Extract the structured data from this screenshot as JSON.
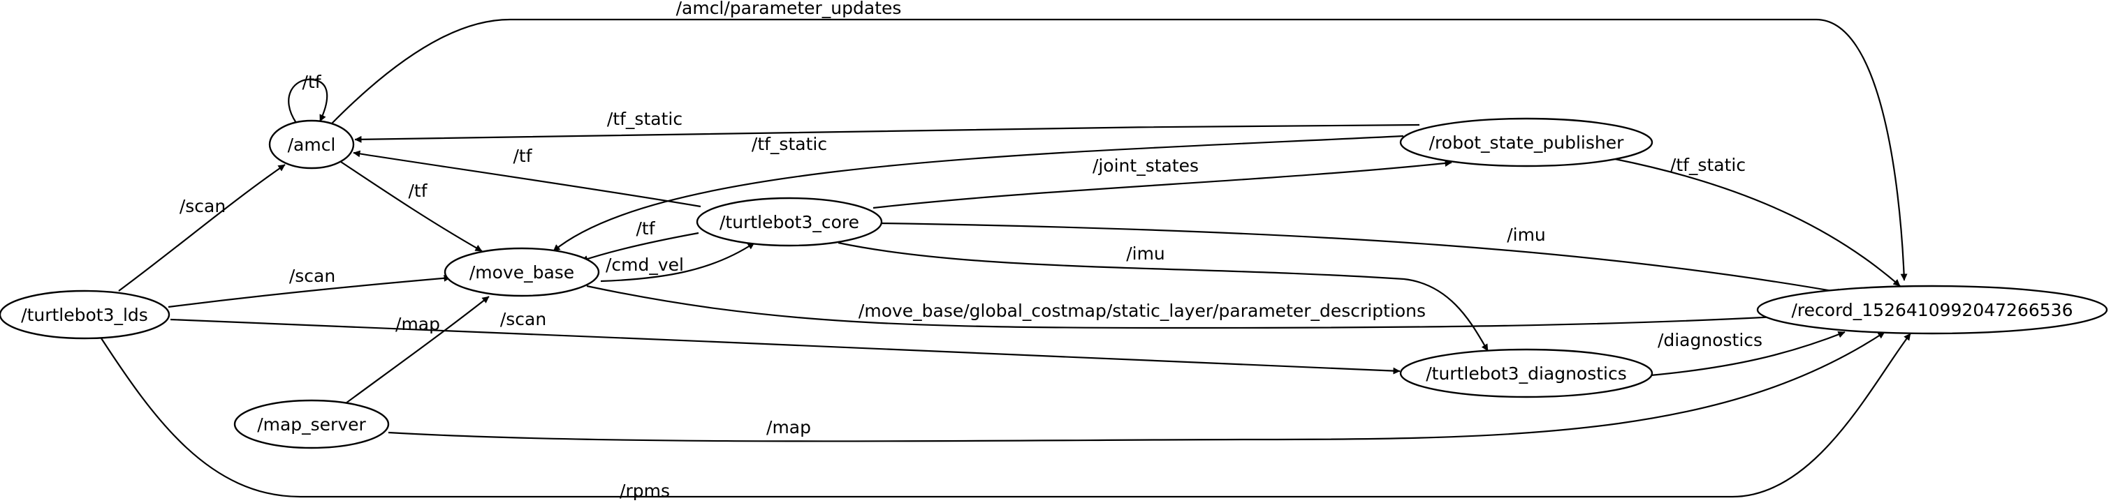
{
  "graph": {
    "nodes": [
      {
        "id": "amcl",
        "label": "/amcl"
      },
      {
        "id": "move_base",
        "label": "/move_base"
      },
      {
        "id": "turtlebot3_core",
        "label": "/turtlebot3_core"
      },
      {
        "id": "robot_state_publisher",
        "label": "/robot_state_publisher"
      },
      {
        "id": "turtlebot3_lds",
        "label": "/turtlebot3_lds"
      },
      {
        "id": "map_server",
        "label": "/map_server"
      },
      {
        "id": "turtlebot3_diagnostics",
        "label": "/turtlebot3_diagnostics"
      },
      {
        "id": "record",
        "label": "/record_1526410992047266536"
      }
    ],
    "edges": [
      {
        "from": "amcl",
        "to": "record",
        "label": "/amcl/parameter_updates"
      },
      {
        "from": "amcl",
        "to": "amcl",
        "label": "/tf"
      },
      {
        "from": "robot_state_publisher",
        "to": "amcl",
        "label": "/tf_static"
      },
      {
        "from": "robot_state_publisher",
        "to": "move_base",
        "label": "/tf_static"
      },
      {
        "from": "turtlebot3_core",
        "to": "amcl",
        "label": "/tf"
      },
      {
        "from": "amcl",
        "to": "move_base",
        "label": "/tf"
      },
      {
        "from": "turtlebot3_lds",
        "to": "amcl",
        "label": "/scan"
      },
      {
        "from": "turtlebot3_core",
        "to": "robot_state_publisher",
        "label": "/joint_states"
      },
      {
        "from": "robot_state_publisher",
        "to": "record",
        "label": "/tf_static"
      },
      {
        "from": "turtlebot3_core",
        "to": "move_base",
        "label": "/tf"
      },
      {
        "from": "move_base",
        "to": "turtlebot3_core",
        "label": "/cmd_vel"
      },
      {
        "from": "turtlebot3_core",
        "to": "record",
        "label": "/imu"
      },
      {
        "from": "turtlebot3_core",
        "to": "turtlebot3_diagnostics",
        "label": "/imu"
      },
      {
        "from": "turtlebot3_lds",
        "to": "move_base",
        "label": "/scan"
      },
      {
        "from": "move_base",
        "to": "record",
        "label": "/move_base/global_costmap/static_layer/parameter_descriptions"
      },
      {
        "from": "map_server",
        "to": "move_base",
        "label": "/map"
      },
      {
        "from": "turtlebot3_lds",
        "to": "turtlebot3_diagnostics",
        "label": "/scan"
      },
      {
        "from": "turtlebot3_diagnostics",
        "to": "record",
        "label": "/diagnostics"
      },
      {
        "from": "map_server",
        "to": "record",
        "label": "/map"
      },
      {
        "from": "turtlebot3_lds",
        "to": "record",
        "label": "/rpms"
      }
    ]
  }
}
